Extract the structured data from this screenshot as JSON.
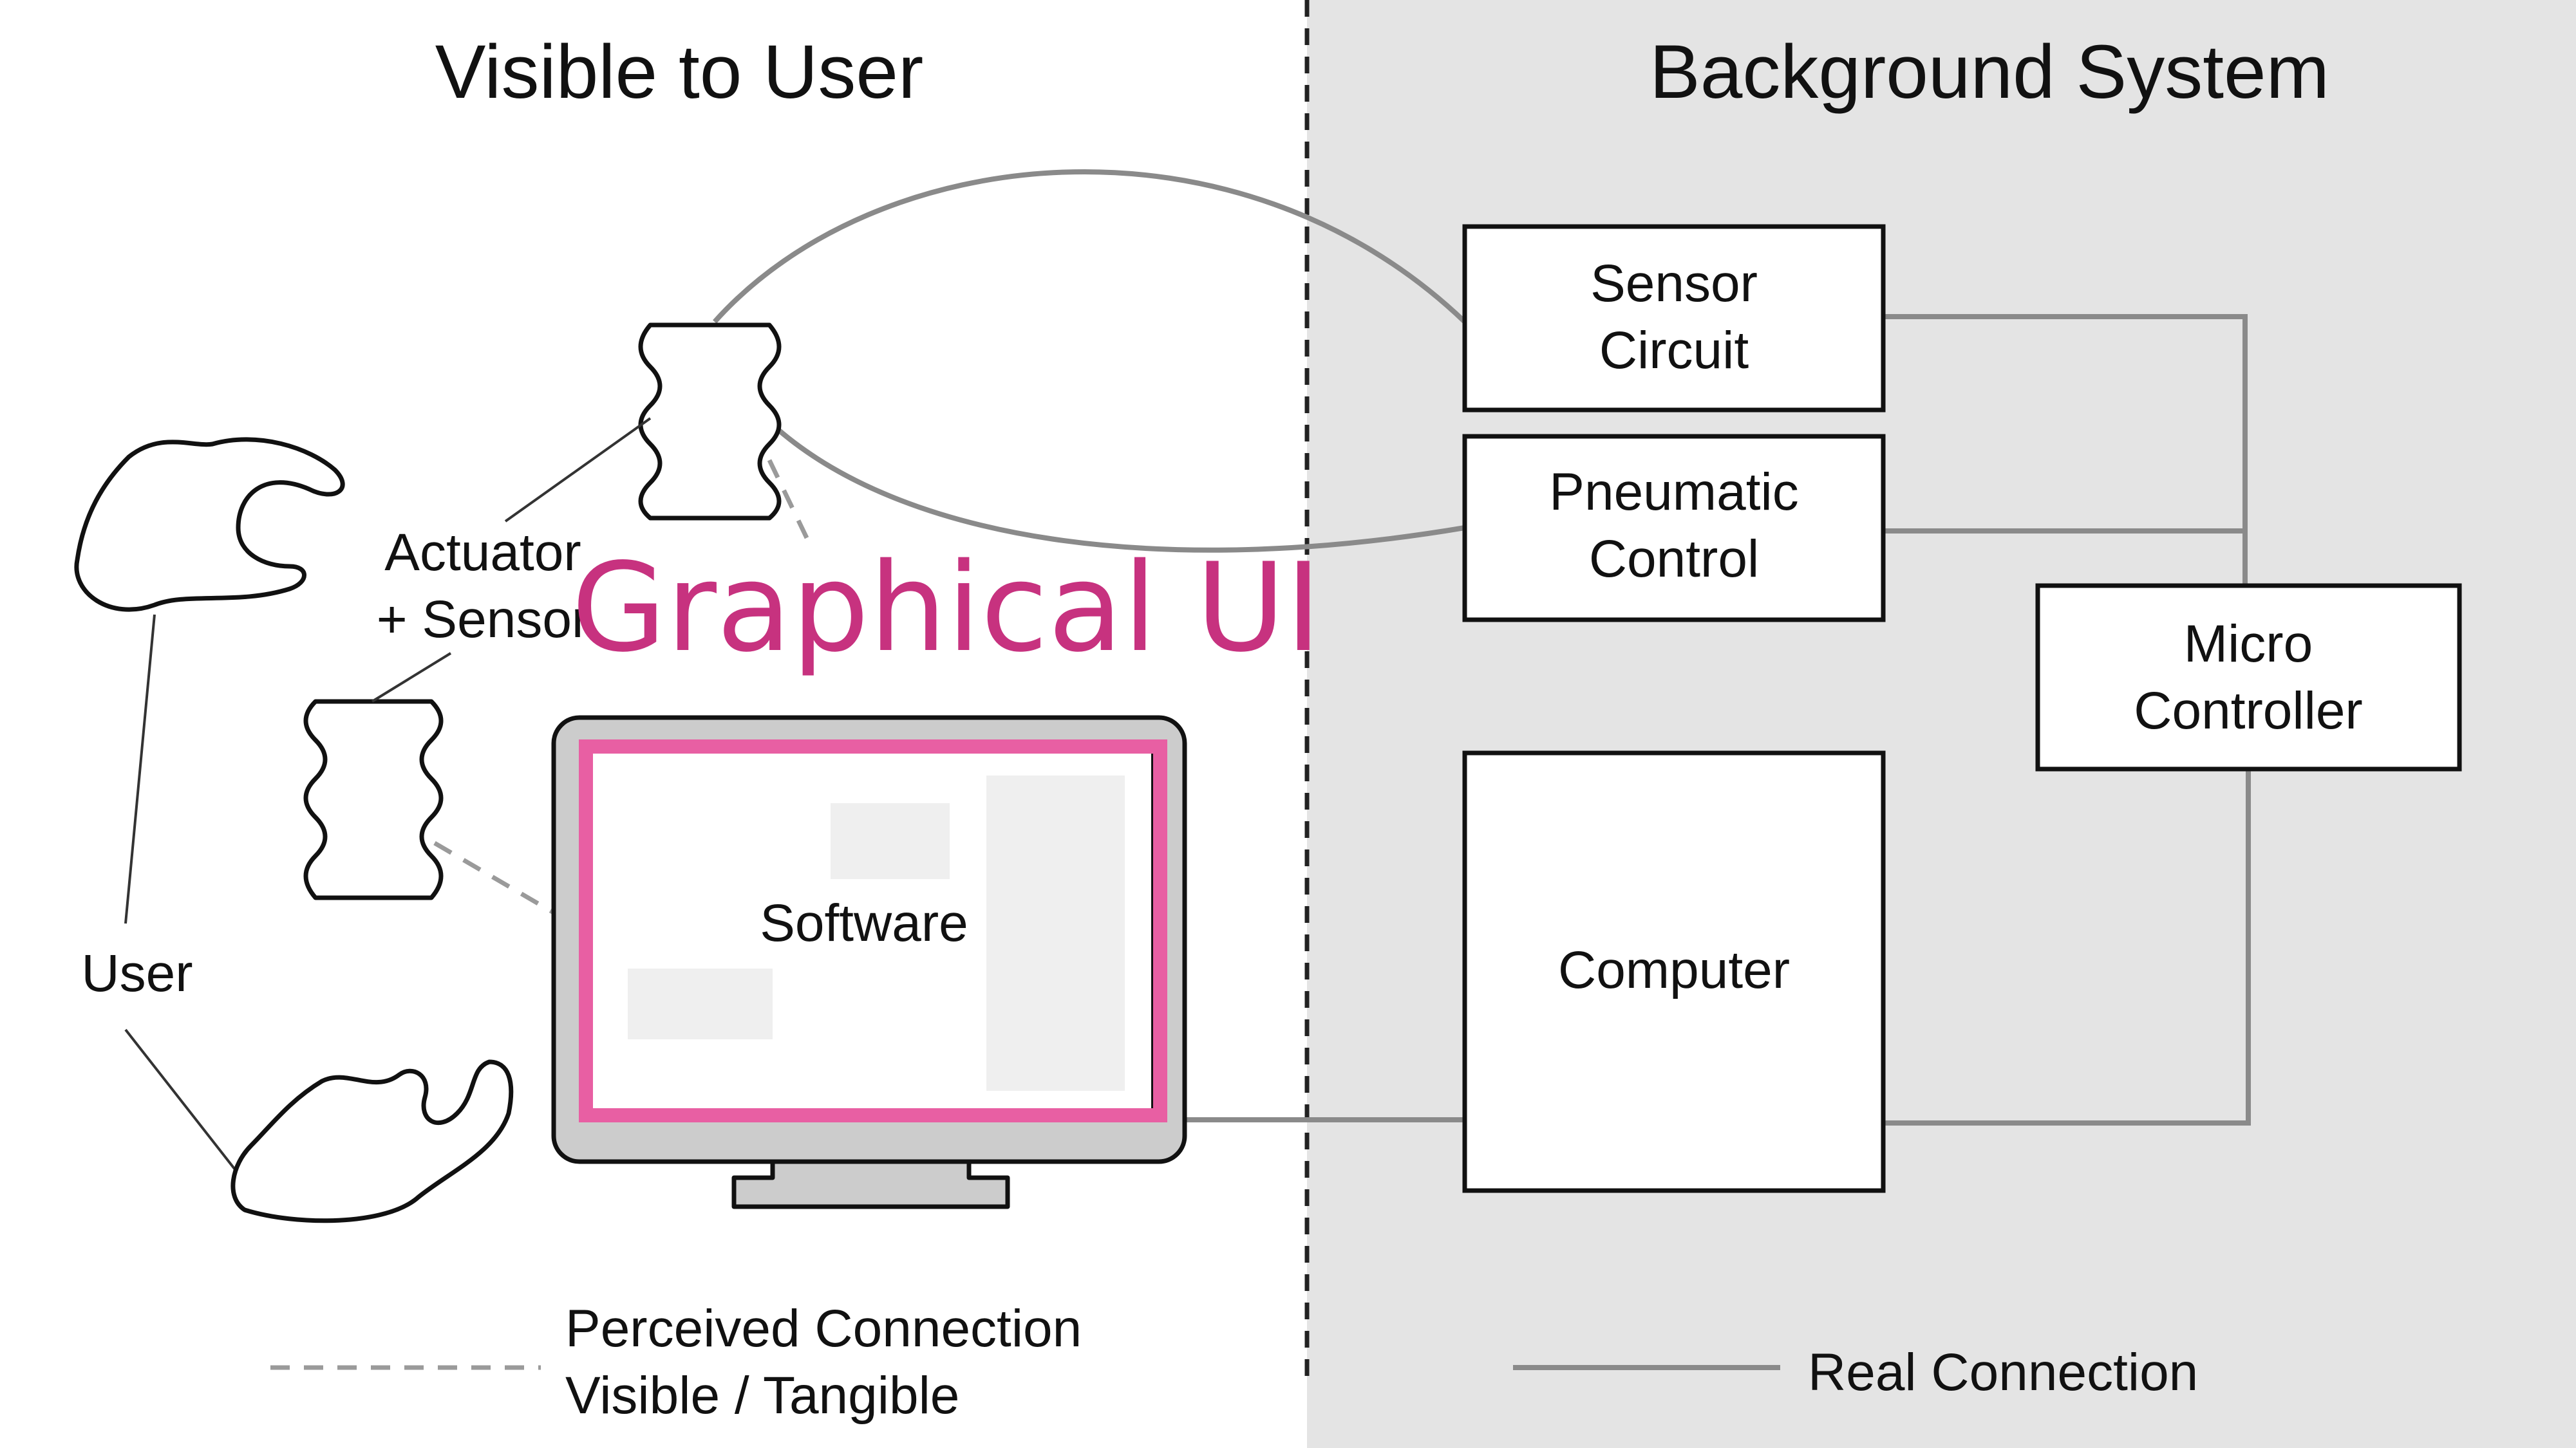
{
  "headers": {
    "left": "Visible to User",
    "right": "Background System"
  },
  "overlay": {
    "label": "Graphical UI",
    "color": "#c7327f",
    "frame_color": "#e85fa3"
  },
  "components": {
    "actuator_sensor": [
      "Actuator",
      "+ Sensor"
    ],
    "user": "User",
    "software": "Software",
    "sensor_circuit": [
      "Sensor",
      "Circuit"
    ],
    "pneumatic_control": [
      "Pneumatic",
      "Control"
    ],
    "micro_controller": [
      "Micro",
      "Controller"
    ],
    "computer": "Computer"
  },
  "legend": {
    "perceived": [
      "Perceived Connection",
      "Visible / Tangible"
    ],
    "real": "Real Connection"
  },
  "colors": {
    "background_panel": "#e4e4e4",
    "real_connection": "#8a8a8a",
    "perceived_connection": "#9a9a9a"
  }
}
